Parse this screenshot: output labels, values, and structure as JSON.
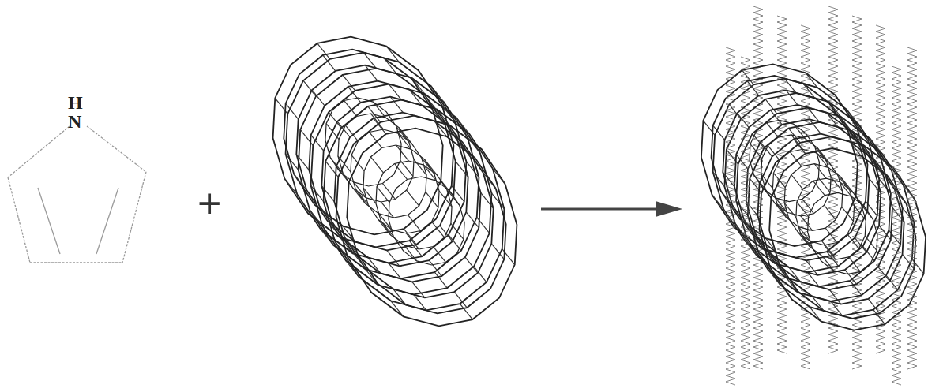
{
  "diagram": {
    "labels": [
      "H",
      "N",
      "+"
    ]
  }
}
